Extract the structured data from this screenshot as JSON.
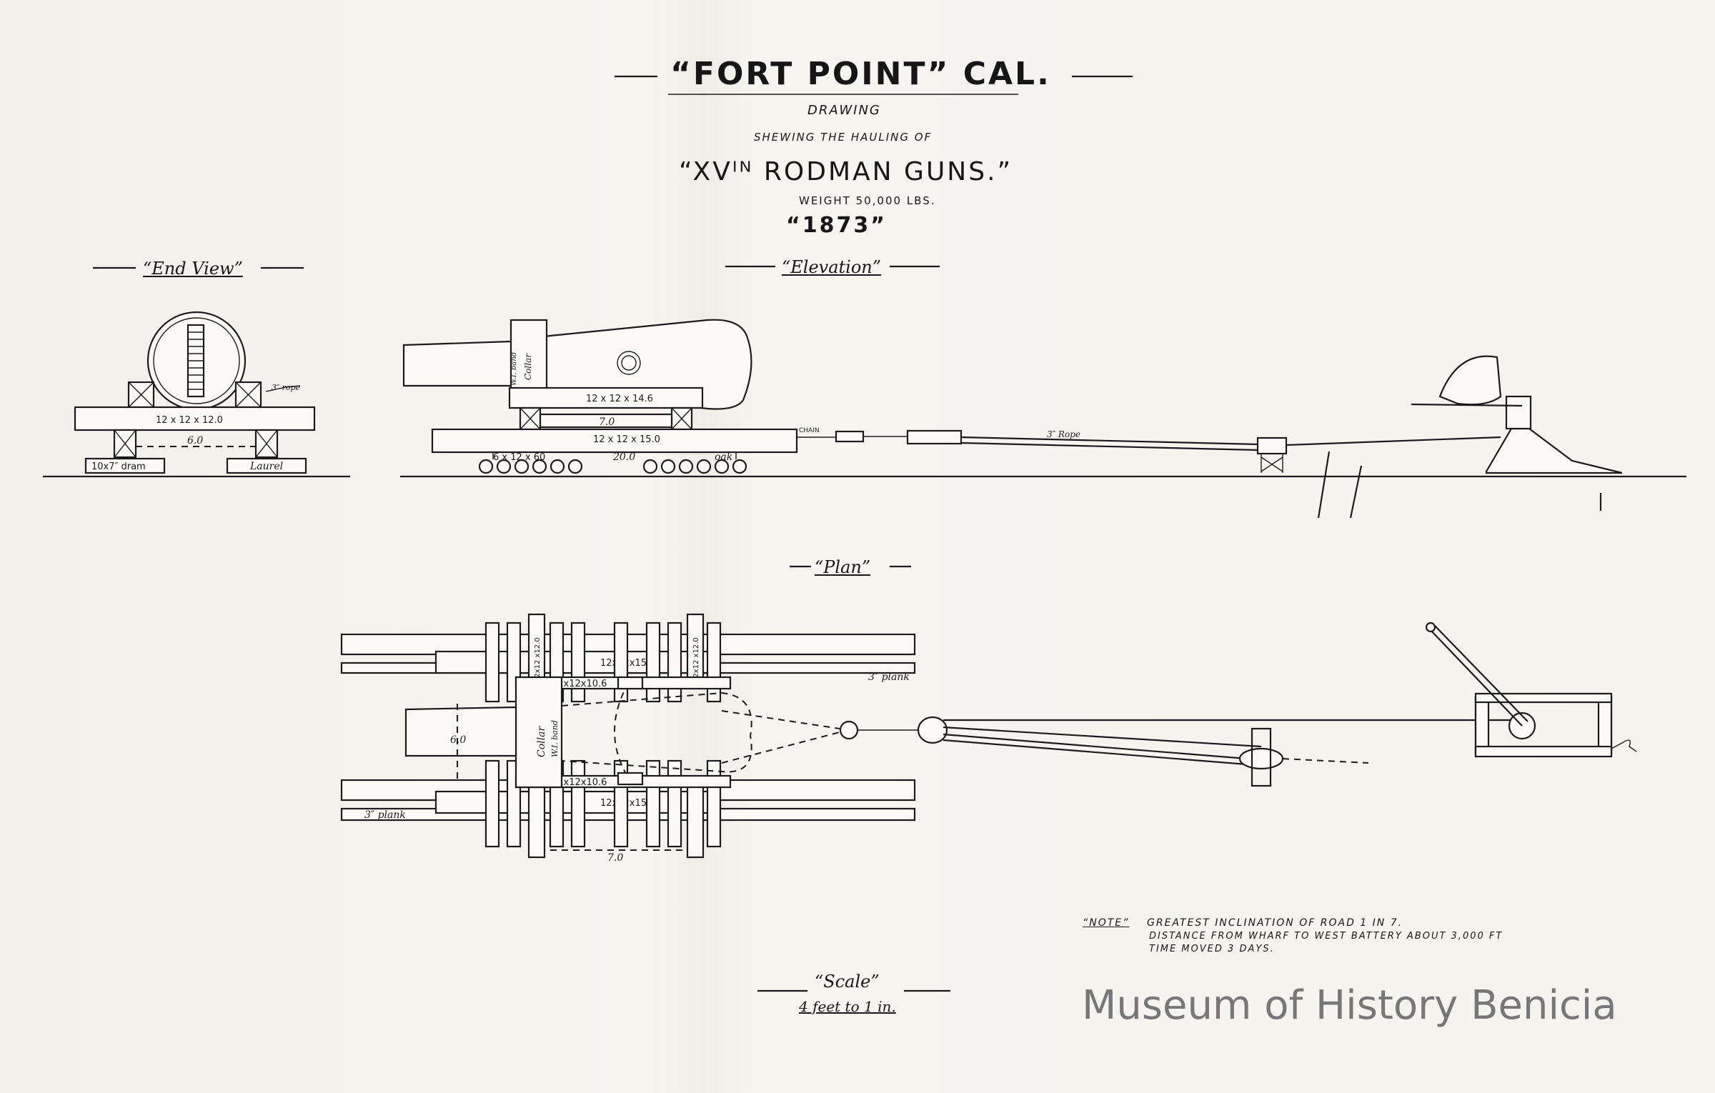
{
  "title": "“FORT POINT” CAL.",
  "subtitle_1": "DRAWING",
  "subtitle_2": "SHEWING THE HAULING OF",
  "gun_title": "“XVᴵᴺ RODMAN GUNS.”",
  "weight": "WEIGHT 50,000 LBS.",
  "year": "“1873”",
  "views": {
    "end_view": "“End View”",
    "elevation": "“Elevation”",
    "plan": "“Plan”"
  },
  "end_view_labels": {
    "beam": "12 x 12 x 12.0",
    "gauge": "6.0",
    "rope": "3″ rope",
    "left_block": "10x7″ dram",
    "right_block": "Laurel"
  },
  "elevation_labels": {
    "collar": "Collar",
    "band": "W.I. band",
    "top_beam": "12 x 12 x 14.6",
    "mid_dim": "7.0",
    "sill": "12 x 12 x 15.0",
    "lower": "6 x 12 x 60",
    "span": "20.0",
    "oak": "oak",
    "chain": "CHAIN",
    "rope": "3″ Rope"
  },
  "plan_labels": {
    "top_beam": "12x12x15.0",
    "top_beam_2": "12x12x15.0",
    "cross_top": "12x12x10.6",
    "cross_bottom": "12x12x10.6",
    "plank_top": "3″ plank",
    "plank_bottom": "3″ plank",
    "gauge": "6.0",
    "collar": "Collar",
    "band": "W.I. band",
    "bottom_dim": "7.0",
    "post_left": "12x12 x12.0",
    "post_right": "12x12 x12.0"
  },
  "note": {
    "heading": "“NOTE”",
    "line1": "GREATEST INCLINATION OF ROAD 1 IN 7.",
    "line2": "DISTANCE FROM WHARF TO WEST BATTERY ABOUT 3,000 FT",
    "line3": "TIME MOVED 3 DAYS."
  },
  "scale": {
    "label": "“Scale”",
    "value": "4 feet to 1 in."
  },
  "watermark": "Museum of History Benicia",
  "colors": {
    "paper": "#f4f2ec",
    "ink": "#1b1b1b",
    "watermark": "#777777"
  }
}
